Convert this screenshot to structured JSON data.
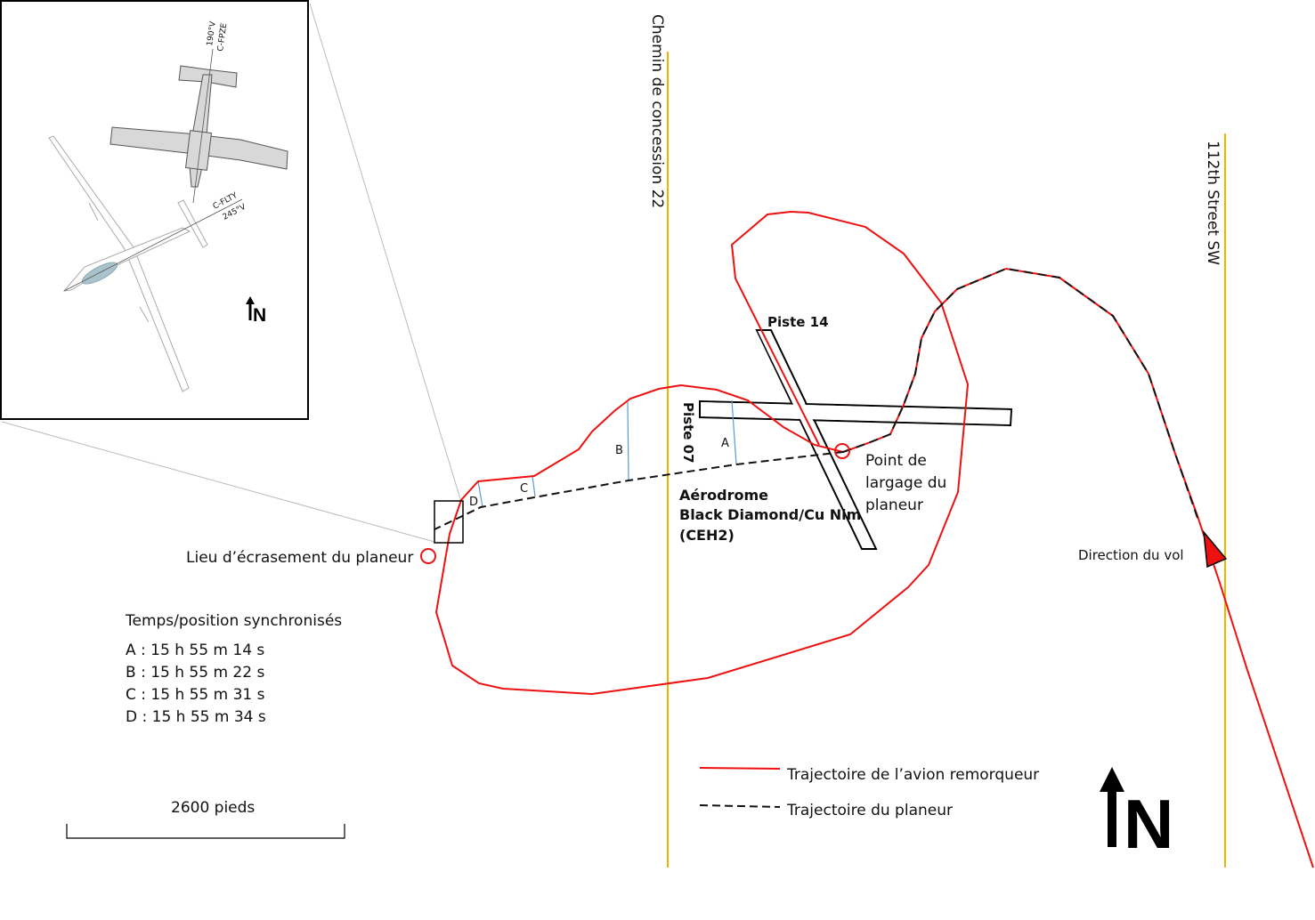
{
  "roads": {
    "road_left": "Chemin de concession 22",
    "road_right": "112th Street SW"
  },
  "runways": {
    "piste_14": "Piste 14",
    "piste_07": "Piste 07"
  },
  "aerodrome": {
    "line1": "Aérodrome",
    "line2": "Black Diamond/Cu Nim",
    "line3": "(CEH2)"
  },
  "release_point": {
    "line1": "Point de",
    "line2": "largage du",
    "line3": "planeur"
  },
  "crash_site": "Lieu d’écrasement du planeur",
  "flight_direction": "Direction du vol",
  "markers": {
    "a": "A",
    "b": "B",
    "c": "C",
    "d": "D"
  },
  "sync_times": {
    "title": "Temps/position synchronisés",
    "items": [
      "A : 15 h 55 m 14 s",
      "B : 15 h 55 m 22 s",
      "C : 15 h 55 m 31 s",
      "D : 15 h 55 m 34 s"
    ]
  },
  "scale": "2600 pieds",
  "legend": {
    "tow": "Trajectoire de l’avion remorqueur",
    "glider": "Trajectoire du planeur"
  },
  "north": "N",
  "inset": {
    "tow_reg": "C-FPZE",
    "tow_heading": "190°V",
    "glider_reg": "C-FLTY",
    "glider_heading": "245°V",
    "north": "N"
  },
  "colors": {
    "tow_path": "#ee1111",
    "road": "#f0b400",
    "time_marker": "#5b9bd5"
  }
}
